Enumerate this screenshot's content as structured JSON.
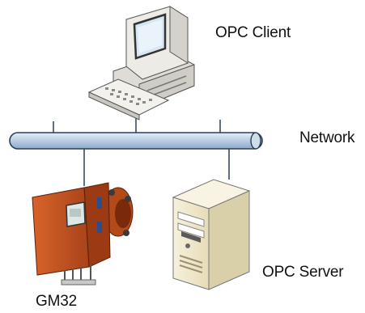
{
  "labels": {
    "opc_client": "OPC Client",
    "network": "Network",
    "opc_server": "OPC Server",
    "gm32": "GM32"
  },
  "colors": {
    "network_bus": "#bcd0e6",
    "network_outline": "#2c3e55",
    "analyzer_orange": "#c9541f",
    "analyzer_dark": "#7a2a0a",
    "server_beige": "#efe7cb",
    "monitor_beige": "#ecebe6",
    "screen_blue": "#d7e6f3"
  },
  "icons": [
    "desktop-computer-icon",
    "server-tower-icon",
    "gm32-analyzer-icon"
  ]
}
